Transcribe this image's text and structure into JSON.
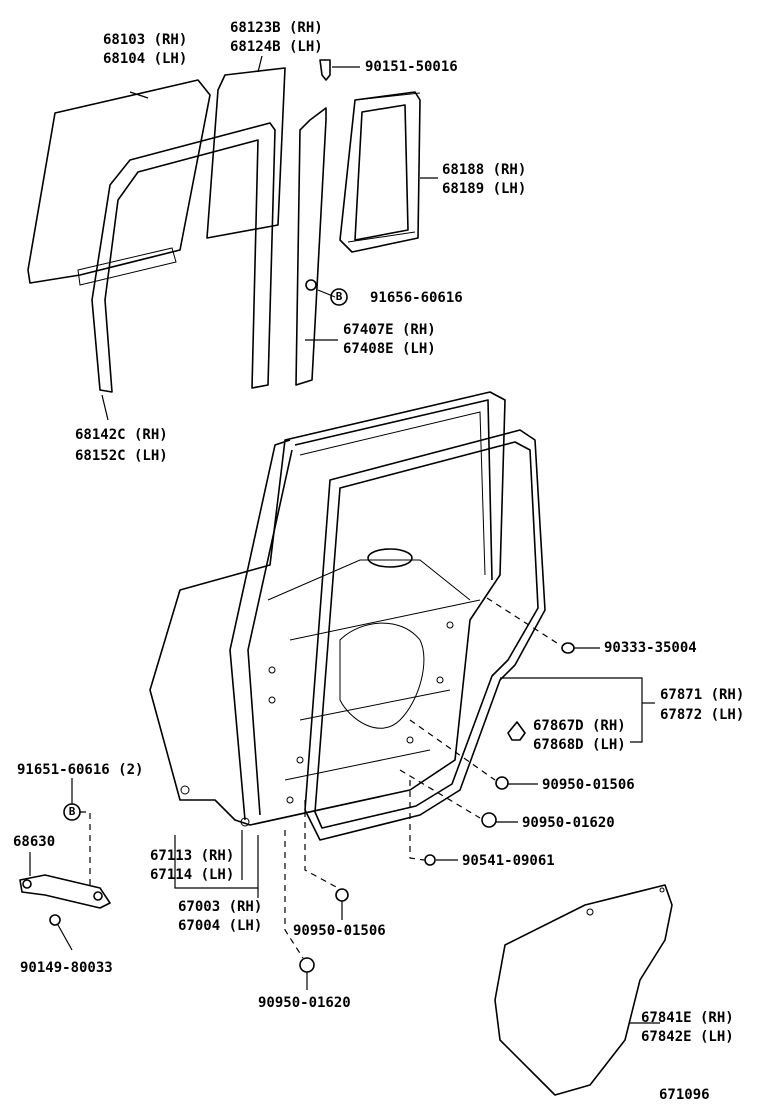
{
  "diagram": {
    "labels": {
      "p68103": "68103 (RH)",
      "p68104": "68104 (LH)",
      "p68123b": "68123B (RH)",
      "p68124b": "68124B (LH)",
      "p90151": "90151-50016",
      "p68188": "68188 (RH)",
      "p68189": "68189 (LH)",
      "p91656": "91656-60616",
      "p67407e": "67407E (RH)",
      "p67408e": "67408E (LH)",
      "p68142c": "68142C (RH)",
      "p68152c": "68152C (LH)",
      "p90333": "90333-35004",
      "p67871": "67871 (RH)",
      "p67872": "67872 (LH)",
      "p67867d": "67867D (RH)",
      "p67868d": "67868D (LH)",
      "p91651": "91651-60616 (2)",
      "p68630": "68630",
      "p90950_01506a": "90950-01506",
      "p90950_01620a": "90950-01620",
      "p90541": "90541-09061",
      "p67113": "67113 (RH)",
      "p67114": "67114 (LH)",
      "p67003": "67003 (RH)",
      "p67004": "67004 (LH)",
      "p90950_01506b": "90950-01506",
      "p90149": "90149-80033",
      "p90950_01620b": "90950-01620",
      "p67841e": "67841E (RH)",
      "p67842e": "67842E (LH)",
      "ref": "671096"
    },
    "badge_letter": "B",
    "colors": {
      "ink": "#000000",
      "paper": "#ffffff"
    }
  }
}
